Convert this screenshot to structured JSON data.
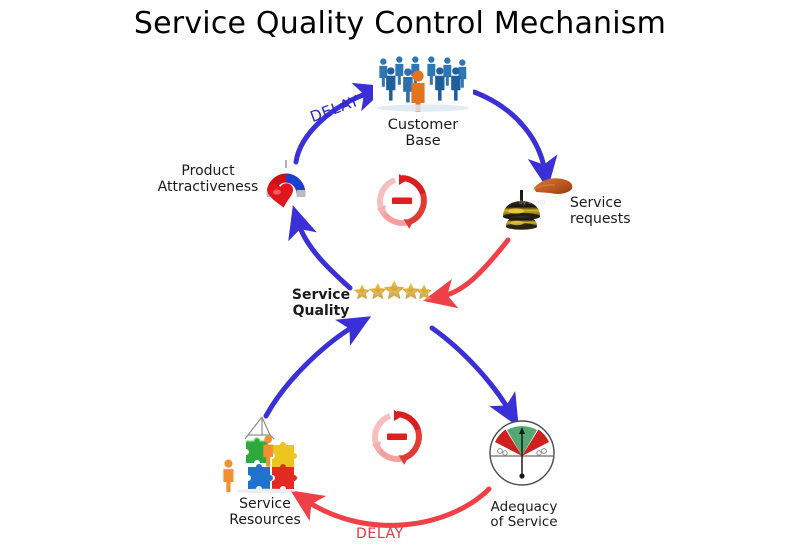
{
  "title": "Service Quality Control Mechanism",
  "diagram": {
    "type": "causal-loop-diagram",
    "nodes": [
      {
        "id": "customer_base",
        "label": "Customer\nBase",
        "icon": "crowd-of-people-icon"
      },
      {
        "id": "service_requests",
        "label": "Service\nrequests",
        "icon": "service-bell-icon"
      },
      {
        "id": "service_quality",
        "label": "Service\nQuality",
        "icon": "five-star-rating-icon"
      },
      {
        "id": "product_attractiveness",
        "label": "Product\nAttractiveness",
        "icon": "magnet-heart-icon"
      },
      {
        "id": "adequacy_of_service",
        "label": "Adequacy\nof Service",
        "icon": "gauge-meter-icon"
      },
      {
        "id": "service_resources",
        "label": "Service\nResources",
        "icon": "puzzle-pieces-team-icon"
      }
    ],
    "loops": [
      {
        "id": "loop_top",
        "polarity": "-",
        "icon": "balancing-loop-icon"
      },
      {
        "id": "loop_bottom",
        "polarity": "-",
        "icon": "balancing-loop-icon"
      }
    ],
    "links": [
      {
        "from": "product_attractiveness",
        "to": "customer_base",
        "color": "#3b30d8",
        "delay_label": "DELAY"
      },
      {
        "from": "customer_base",
        "to": "service_requests",
        "color": "#3b30d8",
        "delay_label": ""
      },
      {
        "from": "service_requests",
        "to": "service_quality",
        "color": "#ef4048",
        "delay_label": ""
      },
      {
        "from": "service_quality",
        "to": "product_attractiveness",
        "color": "#3b30d8",
        "delay_label": ""
      },
      {
        "from": "service_quality",
        "to": "adequacy_of_service",
        "color": "#3b30d8",
        "delay_label": ""
      },
      {
        "from": "adequacy_of_service",
        "to": "service_resources",
        "color": "#ef4048",
        "delay_label": "DELAY"
      },
      {
        "from": "service_resources",
        "to": "service_quality",
        "color": "#3b30d8",
        "delay_label": ""
      }
    ],
    "delay_labels": {
      "top": "DELAY",
      "bottom": "DELAY"
    },
    "colors": {
      "reinforcing_blue": "#3b30d8",
      "balancing_red": "#ef4048",
      "delay_top_text": "#2b27c8",
      "delay_bottom_text": "#e2383d",
      "background": "#ffffff",
      "text": "#1a1a1a"
    }
  }
}
